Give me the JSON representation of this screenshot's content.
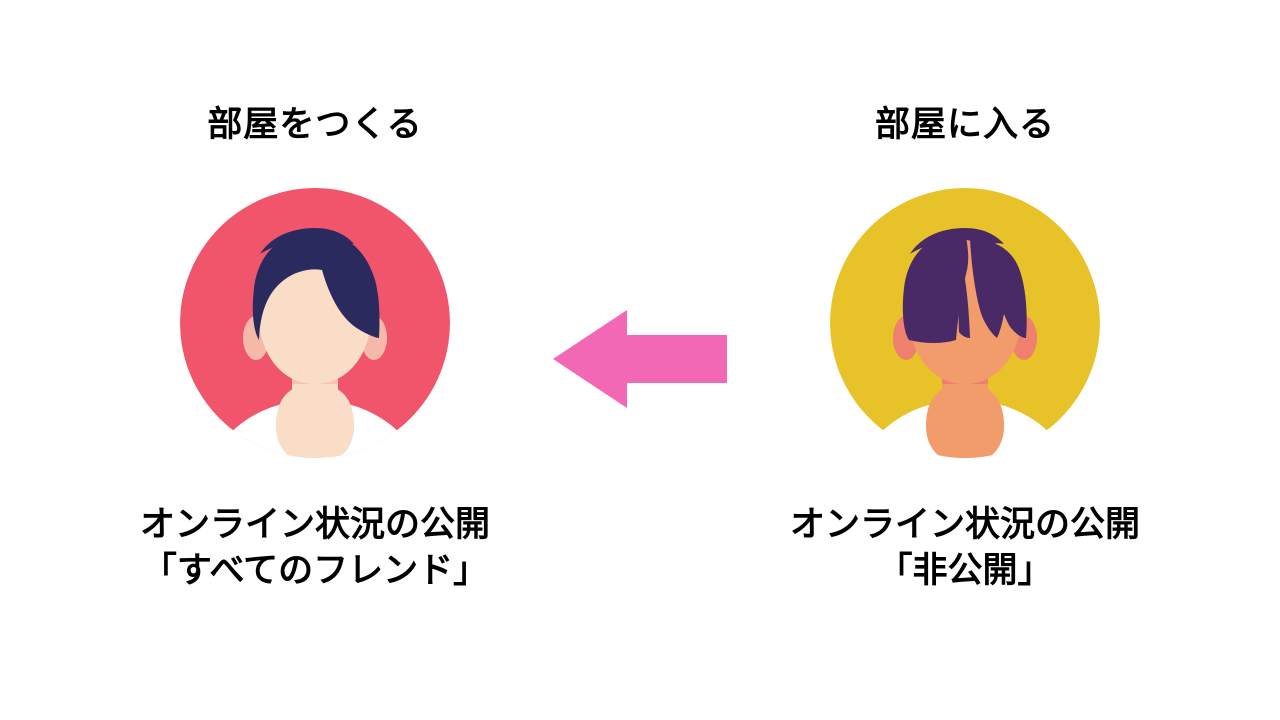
{
  "background_color": "#ffffff",
  "arrow": {
    "name": "left-arrow",
    "direction": "left",
    "color": "#F368B4",
    "meaning": "join-room-flow"
  },
  "panels": [
    {
      "id": "create-room",
      "title": "部屋をつくる",
      "caption_lines": [
        "オンライン状況の公開",
        "「すべてのフレンド」"
      ],
      "avatar": {
        "name": "avatar-host",
        "circle_color": "#F1556C",
        "hair_color": "#2A2A5E",
        "skin_color": "#F9DDC6",
        "skin_shadow_color": "#F4C4B0",
        "ear_color": "#F4B9A8",
        "body_color": "#FFFFFF",
        "hair_style": "side-part"
      }
    },
    {
      "id": "join-room",
      "title": "部屋に入る",
      "caption_lines": [
        "オンライン状況の公開",
        "「非公開」"
      ],
      "avatar": {
        "name": "avatar-guest",
        "circle_color": "#E8C229",
        "hair_color": "#4A2A66",
        "skin_color": "#F39C6B",
        "skin_shadow_color": "#ED8A61",
        "ear_color": "#F0806E",
        "body_color": "#FFFFFF",
        "hair_style": "fringe-bangs"
      }
    }
  ],
  "text_color": "#000000"
}
